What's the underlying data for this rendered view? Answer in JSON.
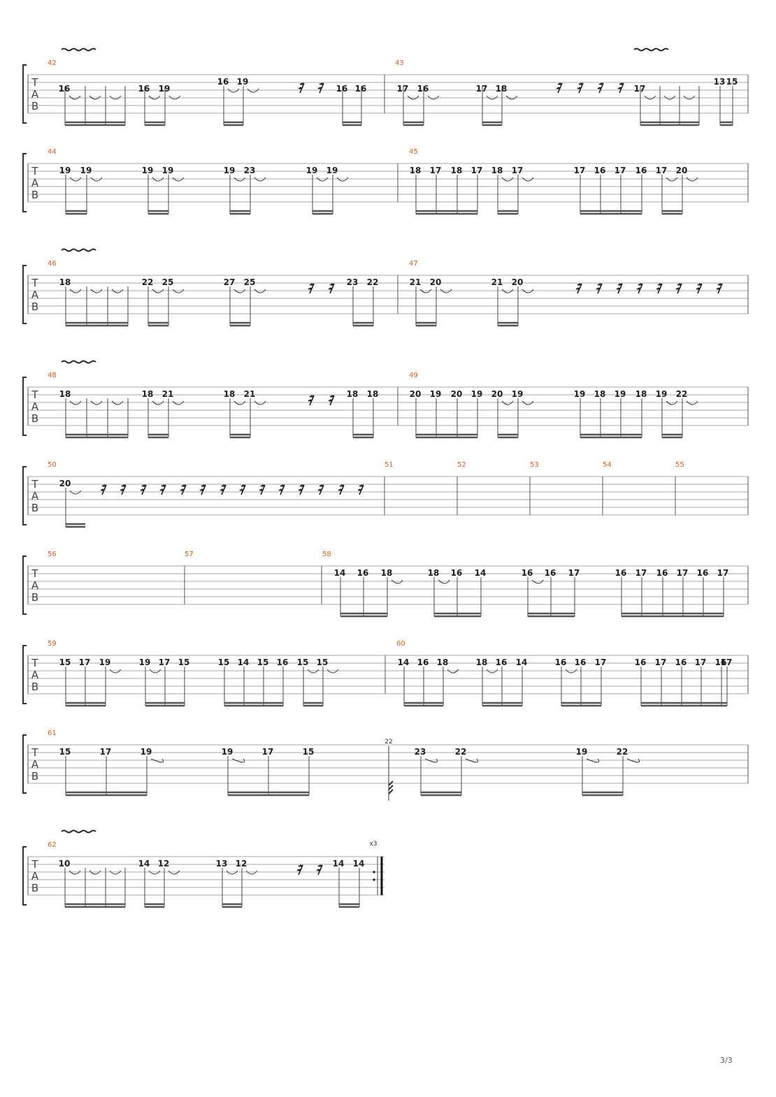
{
  "page": {
    "number_label": "3/3"
  },
  "tab_clef": [
    "T",
    "A",
    "B"
  ],
  "systems": [
    {
      "measures": [
        {
          "number": "42",
          "vibrato": true,
          "groups": [
            {
              "frets": [
                "16",
                "",
                "",
                ""
              ],
              "ties": [
                0,
                1,
                2
              ],
              "row": 1
            },
            {
              "frets": [
                "16",
                "19"
              ],
              "ties": [
                0,
                1
              ],
              "row": 1
            },
            {
              "frets": [
                "16",
                "19"
              ],
              "ties": [
                0,
                1
              ],
              "row": 0
            },
            {
              "rests": 2
            },
            {
              "frets": [
                "16",
                "16"
              ],
              "ties": [],
              "row": 2
            }
          ]
        },
        {
          "number": "43",
          "vibrato_end": true,
          "groups": [
            {
              "frets": [
                "17",
                "16"
              ],
              "ties": [
                0,
                1
              ],
              "row": 2
            },
            {
              "frets": [
                "17",
                "18"
              ],
              "ties": [
                0,
                1
              ],
              "row": 2
            },
            {
              "rests": 4
            },
            {
              "frets": [
                "17",
                "",
                "",
                ""
              ],
              "ties": [
                0,
                1,
                2
              ],
              "row": 2
            },
            {
              "frets": [
                "13",
                "15"
              ],
              "ties": [],
              "row": 0
            }
          ]
        }
      ]
    },
    {
      "measures": [
        {
          "number": "44",
          "groups": [
            {
              "frets": [
                "19",
                "19"
              ],
              "ties": [
                0,
                1
              ]
            },
            {
              "frets": [
                "19",
                "19"
              ],
              "ties": [
                0,
                1
              ]
            },
            {
              "frets": [
                "19",
                "23"
              ],
              "ties": [
                0,
                1
              ]
            },
            {
              "frets": [
                "19",
                "19"
              ],
              "ties": [
                0,
                1
              ]
            }
          ]
        },
        {
          "number": "45",
          "groups": [
            {
              "frets": [
                "18",
                "17",
                "18",
                "17"
              ],
              "ties": []
            },
            {
              "frets": [
                "18",
                "17"
              ],
              "ties": [
                0,
                1
              ]
            },
            {
              "frets": [
                "17",
                "16",
                "17",
                "16"
              ],
              "ties": []
            },
            {
              "frets": [
                "17",
                "20"
              ],
              "ties": [
                0,
                1
              ]
            }
          ]
        }
      ]
    },
    {
      "measures": [
        {
          "number": "46",
          "vibrato": true,
          "groups": [
            {
              "frets": [
                "18",
                "",
                "",
                ""
              ],
              "ties": [
                0,
                1,
                2
              ]
            },
            {
              "frets": [
                "22",
                "25"
              ],
              "ties": [
                0,
                1
              ]
            },
            {
              "frets": [
                "27",
                "25"
              ],
              "ties": [
                0,
                1
              ]
            },
            {
              "rests": 2
            },
            {
              "frets": [
                "23",
                "22"
              ],
              "ties": []
            }
          ]
        },
        {
          "number": "47",
          "groups": [
            {
              "frets": [
                "21",
                "20"
              ],
              "ties": [
                0,
                1
              ]
            },
            {
              "frets": [
                "21",
                "20"
              ],
              "ties": [
                0,
                1
              ]
            },
            {
              "rests": 8
            }
          ]
        }
      ]
    },
    {
      "measures": [
        {
          "number": "48",
          "vibrato": true,
          "groups": [
            {
              "frets": [
                "18",
                "",
                "",
                ""
              ],
              "ties": [
                0,
                1,
                2
              ]
            },
            {
              "frets": [
                "18",
                "21"
              ],
              "ties": [
                0,
                1
              ]
            },
            {
              "frets": [
                "18",
                "21"
              ],
              "ties": [
                0,
                1
              ]
            },
            {
              "rests": 2
            },
            {
              "frets": [
                "18",
                "18"
              ],
              "ties": []
            }
          ]
        },
        {
          "number": "49",
          "groups": [
            {
              "frets": [
                "20",
                "19",
                "20",
                "19"
              ],
              "ties": []
            },
            {
              "frets": [
                "20",
                "19"
              ],
              "ties": [
                0,
                1
              ]
            },
            {
              "frets": [
                "19",
                "18",
                "19",
                "18"
              ],
              "ties": []
            },
            {
              "frets": [
                "19",
                "22"
              ],
              "ties": [
                0,
                1
              ]
            }
          ]
        }
      ]
    },
    {
      "measures": [
        {
          "number": "50",
          "groups": [
            {
              "frets": [
                "20"
              ],
              "ties": [
                0
              ]
            },
            {
              "rests": 14
            }
          ]
        },
        {
          "number": "51"
        },
        {
          "number": "52"
        },
        {
          "number": "53"
        },
        {
          "number": "54"
        },
        {
          "number": "55"
        }
      ]
    },
    {
      "measures": [
        {
          "number": "56"
        },
        {
          "number": "57"
        },
        {
          "number": "58",
          "groups": [
            {
              "frets": [
                "14",
                "16",
                "18"
              ],
              "ties": [
                2
              ]
            },
            {
              "frets": [
                "18",
                "16",
                "14"
              ],
              "ties": [
                0
              ]
            },
            {
              "frets": [
                "16",
                "16",
                "17"
              ],
              "ties": [
                0
              ]
            },
            {
              "frets": [
                "16",
                "17",
                "16",
                "17",
                "16",
                "17"
              ],
              "ties": []
            }
          ]
        }
      ]
    },
    {
      "measures": [
        {
          "number": "59",
          "groups": [
            {
              "frets": [
                "15",
                "17",
                "19"
              ],
              "ties": [
                2
              ]
            },
            {
              "frets": [
                "19",
                "17",
                "15"
              ],
              "ties": [
                0
              ]
            },
            {
              "frets": [
                "15",
                "14",
                "15",
                "16"
              ],
              "ties": []
            },
            {
              "frets": [
                "15",
                "15"
              ],
              "ties": [
                0,
                1
              ]
            }
          ]
        },
        {
          "number": "60",
          "groups": [
            {
              "frets": [
                "14",
                "16",
                "18"
              ],
              "ties": [
                2
              ]
            },
            {
              "frets": [
                "18",
                "16",
                "14"
              ],
              "ties": [
                0
              ]
            },
            {
              "frets": [
                "16",
                "16",
                "17"
              ],
              "ties": [
                0
              ]
            },
            {
              "frets": [
                "16",
                "17",
                "16",
                "17",
                "16",
                "17"
              ],
              "ties": []
            }
          ]
        }
      ]
    },
    {
      "measures": [
        {
          "number": "61",
          "groups": [
            {
              "frets": [
                "15",
                "17",
                "19"
              ],
              "ties": [
                2
              ]
            },
            {
              "frets": [
                "19",
                "17",
                "15"
              ],
              "ties": [
                0
              ]
            },
            {
              "grace": "22"
            },
            {
              "frets": [
                "23",
                "22"
              ],
              "ties": [
                0,
                1
              ]
            },
            {
              "frets": [
                "19",
                "22"
              ],
              "ties": [
                0,
                1
              ]
            }
          ]
        }
      ]
    },
    {
      "measures": [
        {
          "number": "62",
          "vibrato": true,
          "repeat_end": true,
          "repeat_label": "x3",
          "groups": [
            {
              "frets": [
                "10",
                "",
                "",
                ""
              ],
              "ties": [
                0,
                1,
                2
              ]
            },
            {
              "frets": [
                "14",
                "12"
              ],
              "ties": [
                0,
                1
              ]
            },
            {
              "frets": [
                "13",
                "12"
              ],
              "ties": [
                0,
                1
              ]
            },
            {
              "rests": 2
            },
            {
              "frets": [
                "14",
                "14"
              ],
              "ties": []
            }
          ]
        }
      ]
    }
  ]
}
